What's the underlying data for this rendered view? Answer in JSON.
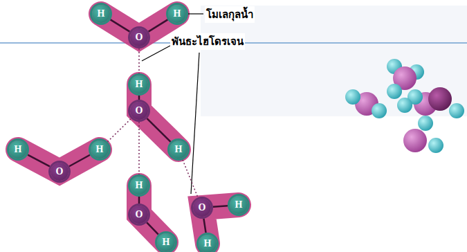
{
  "diagram": {
    "nodes": [
      {
        "text": [
          "H"
        ]
      },
      {
        "text": [
          "H"
        ]
      },
      {
        "text": [
          "O"
        ]
      },
      {
        "text": [
          "H"
        ]
      },
      {
        "text": [
          "O"
        ]
      },
      {
        "text": [
          "H"
        ]
      },
      {
        "text": [
          "H"
        ]
      },
      {
        "text": [
          "H"
        ]
      },
      {
        "text": [
          "O"
        ]
      },
      {
        "text": [
          "H"
        ]
      },
      {
        "text": [
          "O"
        ]
      },
      {
        "text": [
          "H"
        ]
      },
      {
        "text": [
          "O"
        ]
      },
      {
        "text": [
          "H"
        ]
      },
      {
        "text": [
          "H"
        ]
      }
    ],
    "edges": [
      {
        "from": 2,
        "to": 0,
        "arrow": "none"
      },
      {
        "from": 2,
        "to": 1,
        "arrow": "none"
      },
      {
        "from": 4,
        "to": 3,
        "arrow": "none"
      },
      {
        "from": 4,
        "to": 5,
        "arrow": "none"
      },
      {
        "from": 8,
        "to": 6,
        "arrow": "none"
      },
      {
        "from": 8,
        "to": 7,
        "arrow": "none"
      },
      {
        "from": 10,
        "to": 9,
        "arrow": "none"
      },
      {
        "from": 10,
        "to": 11,
        "arrow": "none"
      },
      {
        "from": 12,
        "to": 13,
        "arrow": "none"
      },
      {
        "from": 12,
        "to": 14,
        "arrow": "none"
      },
      {
        "from": 2,
        "to": 3,
        "arrow": "none"
      },
      {
        "from": 7,
        "to": 4,
        "arrow": "none"
      },
      {
        "from": 5,
        "to": 12,
        "arrow": "none"
      },
      {
        "from": 4,
        "to": 9,
        "arrow": "none"
      }
    ],
    "labels": [
      "โมเลกุลน้ำ",
      "พันธะไฮโดรเจน"
    ]
  }
}
